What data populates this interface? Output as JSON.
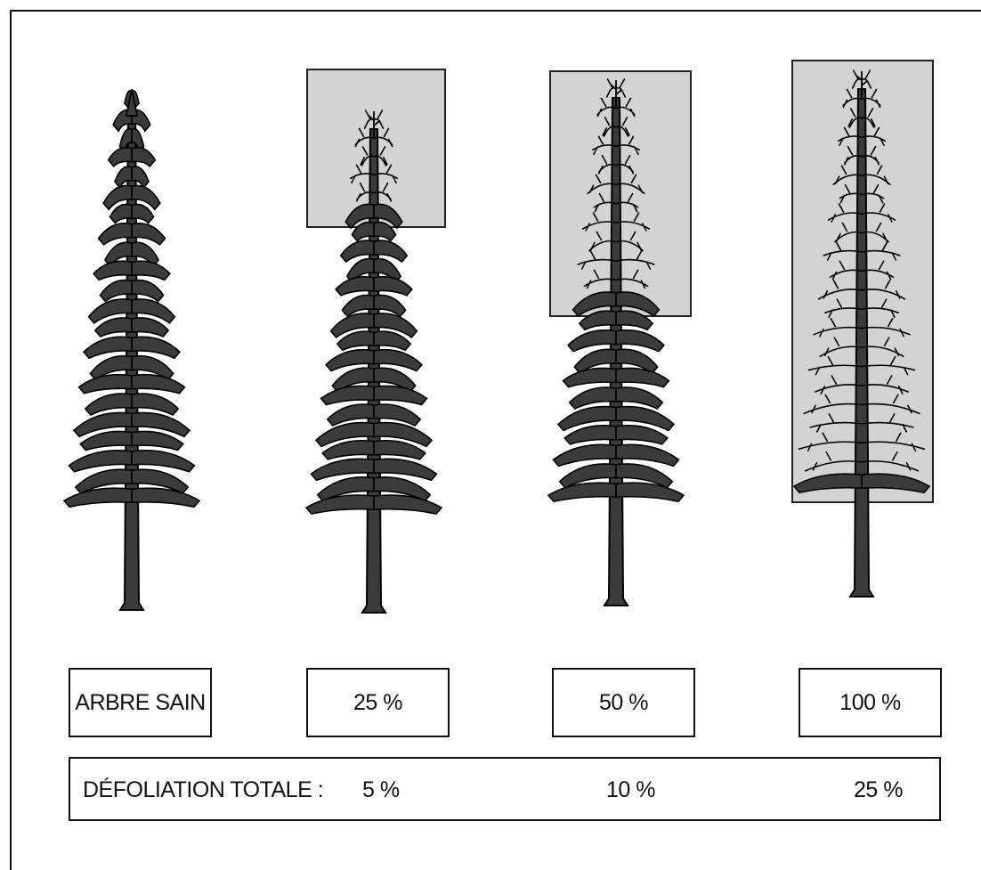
{
  "labels": {
    "healthy": "ARBRE SAIN",
    "crown_25": "25 %",
    "crown_50": "50 %",
    "crown_100": "100 %"
  },
  "total_row": {
    "title": "DÉFOLIATION TOTALE :",
    "values": [
      "5 %",
      "10 %",
      "25 %"
    ]
  },
  "trees": [
    {
      "crown_defoliated_pct": 0
    },
    {
      "crown_defoliated_pct": 25
    },
    {
      "crown_defoliated_pct": 50
    },
    {
      "crown_defoliated_pct": 100
    }
  ],
  "colors": {
    "foliage": "#3b3b3b",
    "outline": "#000000",
    "highlight_box": "#d3d3d3",
    "border": "#111111"
  }
}
